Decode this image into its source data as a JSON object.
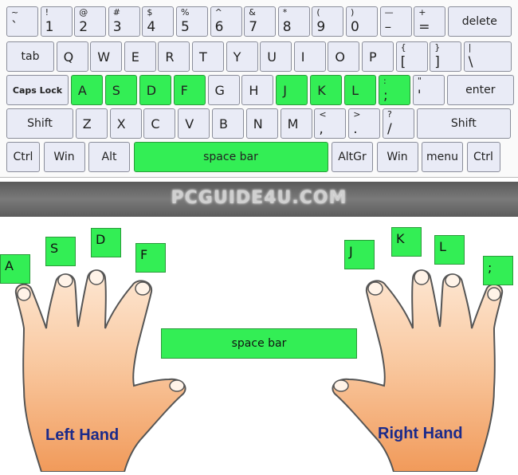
{
  "keyboard": {
    "rows": [
      [
        {
          "id": "tilde",
          "top": "~",
          "bottom": "`"
        },
        {
          "id": "1",
          "top": "!",
          "bottom": "1"
        },
        {
          "id": "2",
          "top": "@",
          "bottom": "2"
        },
        {
          "id": "3",
          "top": "#",
          "bottom": "3"
        },
        {
          "id": "4",
          "top": "$",
          "bottom": "4"
        },
        {
          "id": "5",
          "top": "%",
          "bottom": "5"
        },
        {
          "id": "6",
          "top": "^",
          "bottom": "6"
        },
        {
          "id": "7",
          "top": "&",
          "bottom": "7"
        },
        {
          "id": "8",
          "top": "*",
          "bottom": "8"
        },
        {
          "id": "9",
          "top": "(",
          "bottom": "9"
        },
        {
          "id": "0",
          "top": ")",
          "bottom": "0"
        },
        {
          "id": "minus",
          "top": "—",
          "bottom": "–"
        },
        {
          "id": "equals",
          "top": "+",
          "bottom": "="
        },
        {
          "id": "delete",
          "label": "delete"
        }
      ],
      [
        {
          "id": "tab",
          "label": "tab"
        },
        {
          "id": "q",
          "label": "Q"
        },
        {
          "id": "w",
          "label": "W"
        },
        {
          "id": "e",
          "label": "E"
        },
        {
          "id": "r",
          "label": "R"
        },
        {
          "id": "t",
          "label": "T"
        },
        {
          "id": "y",
          "label": "Y"
        },
        {
          "id": "u",
          "label": "U"
        },
        {
          "id": "i",
          "label": "I"
        },
        {
          "id": "o",
          "label": "O"
        },
        {
          "id": "p",
          "label": "P"
        },
        {
          "id": "lbracket",
          "top": "{",
          "bottom": "["
        },
        {
          "id": "rbracket",
          "top": "}",
          "bottom": "]"
        },
        {
          "id": "backslash",
          "top": "|",
          "bottom": "\\"
        }
      ],
      [
        {
          "id": "capslock",
          "label": "Caps Lock"
        },
        {
          "id": "a",
          "label": "A",
          "highlight": true
        },
        {
          "id": "s",
          "label": "S",
          "highlight": true
        },
        {
          "id": "d",
          "label": "D",
          "highlight": true
        },
        {
          "id": "f",
          "label": "F",
          "highlight": true
        },
        {
          "id": "g",
          "label": "G"
        },
        {
          "id": "h",
          "label": "H"
        },
        {
          "id": "j",
          "label": "J",
          "highlight": true
        },
        {
          "id": "k",
          "label": "K",
          "highlight": true
        },
        {
          "id": "l",
          "label": "L",
          "highlight": true
        },
        {
          "id": "semicolon",
          "top": ":",
          "bottom": ";",
          "highlight": true
        },
        {
          "id": "quote",
          "top": "\"",
          "bottom": "'"
        },
        {
          "id": "enter",
          "label": "enter"
        }
      ],
      [
        {
          "id": "lshift",
          "label": "Shift"
        },
        {
          "id": "z",
          "label": "Z"
        },
        {
          "id": "x",
          "label": "X"
        },
        {
          "id": "c",
          "label": "C"
        },
        {
          "id": "v",
          "label": "V"
        },
        {
          "id": "b",
          "label": "B"
        },
        {
          "id": "n",
          "label": "N"
        },
        {
          "id": "m",
          "label": "M"
        },
        {
          "id": "comma",
          "top": "<",
          "bottom": ","
        },
        {
          "id": "period",
          "top": ">",
          "bottom": "."
        },
        {
          "id": "slash",
          "top": "?",
          "bottom": "/"
        },
        {
          "id": "rshift",
          "label": "Shift"
        }
      ],
      [
        {
          "id": "lctrl",
          "label": "Ctrl"
        },
        {
          "id": "lwin",
          "label": "Win"
        },
        {
          "id": "alt",
          "label": "Alt"
        },
        {
          "id": "space",
          "label": "space bar",
          "highlight": true
        },
        {
          "id": "altgr",
          "label": "AltGr"
        },
        {
          "id": "rwin",
          "label": "Win"
        },
        {
          "id": "menu",
          "label": "menu"
        },
        {
          "id": "rctrl",
          "label": "Ctrl"
        }
      ]
    ]
  },
  "banner": {
    "text": "PCGUIDE4U.COM"
  },
  "hands": {
    "left_label": "Left Hand",
    "right_label": "Right Hand",
    "left_keys": [
      "A",
      "S",
      "D",
      "F"
    ],
    "right_keys": [
      "J",
      "K",
      "L",
      ";"
    ],
    "space_label": "space bar"
  },
  "colors": {
    "highlight": "#33ee55",
    "key": "#e9ebf6",
    "skin": "#f6b98a",
    "skin_outline": "#555555",
    "hand_label": "#1b2a8a"
  }
}
